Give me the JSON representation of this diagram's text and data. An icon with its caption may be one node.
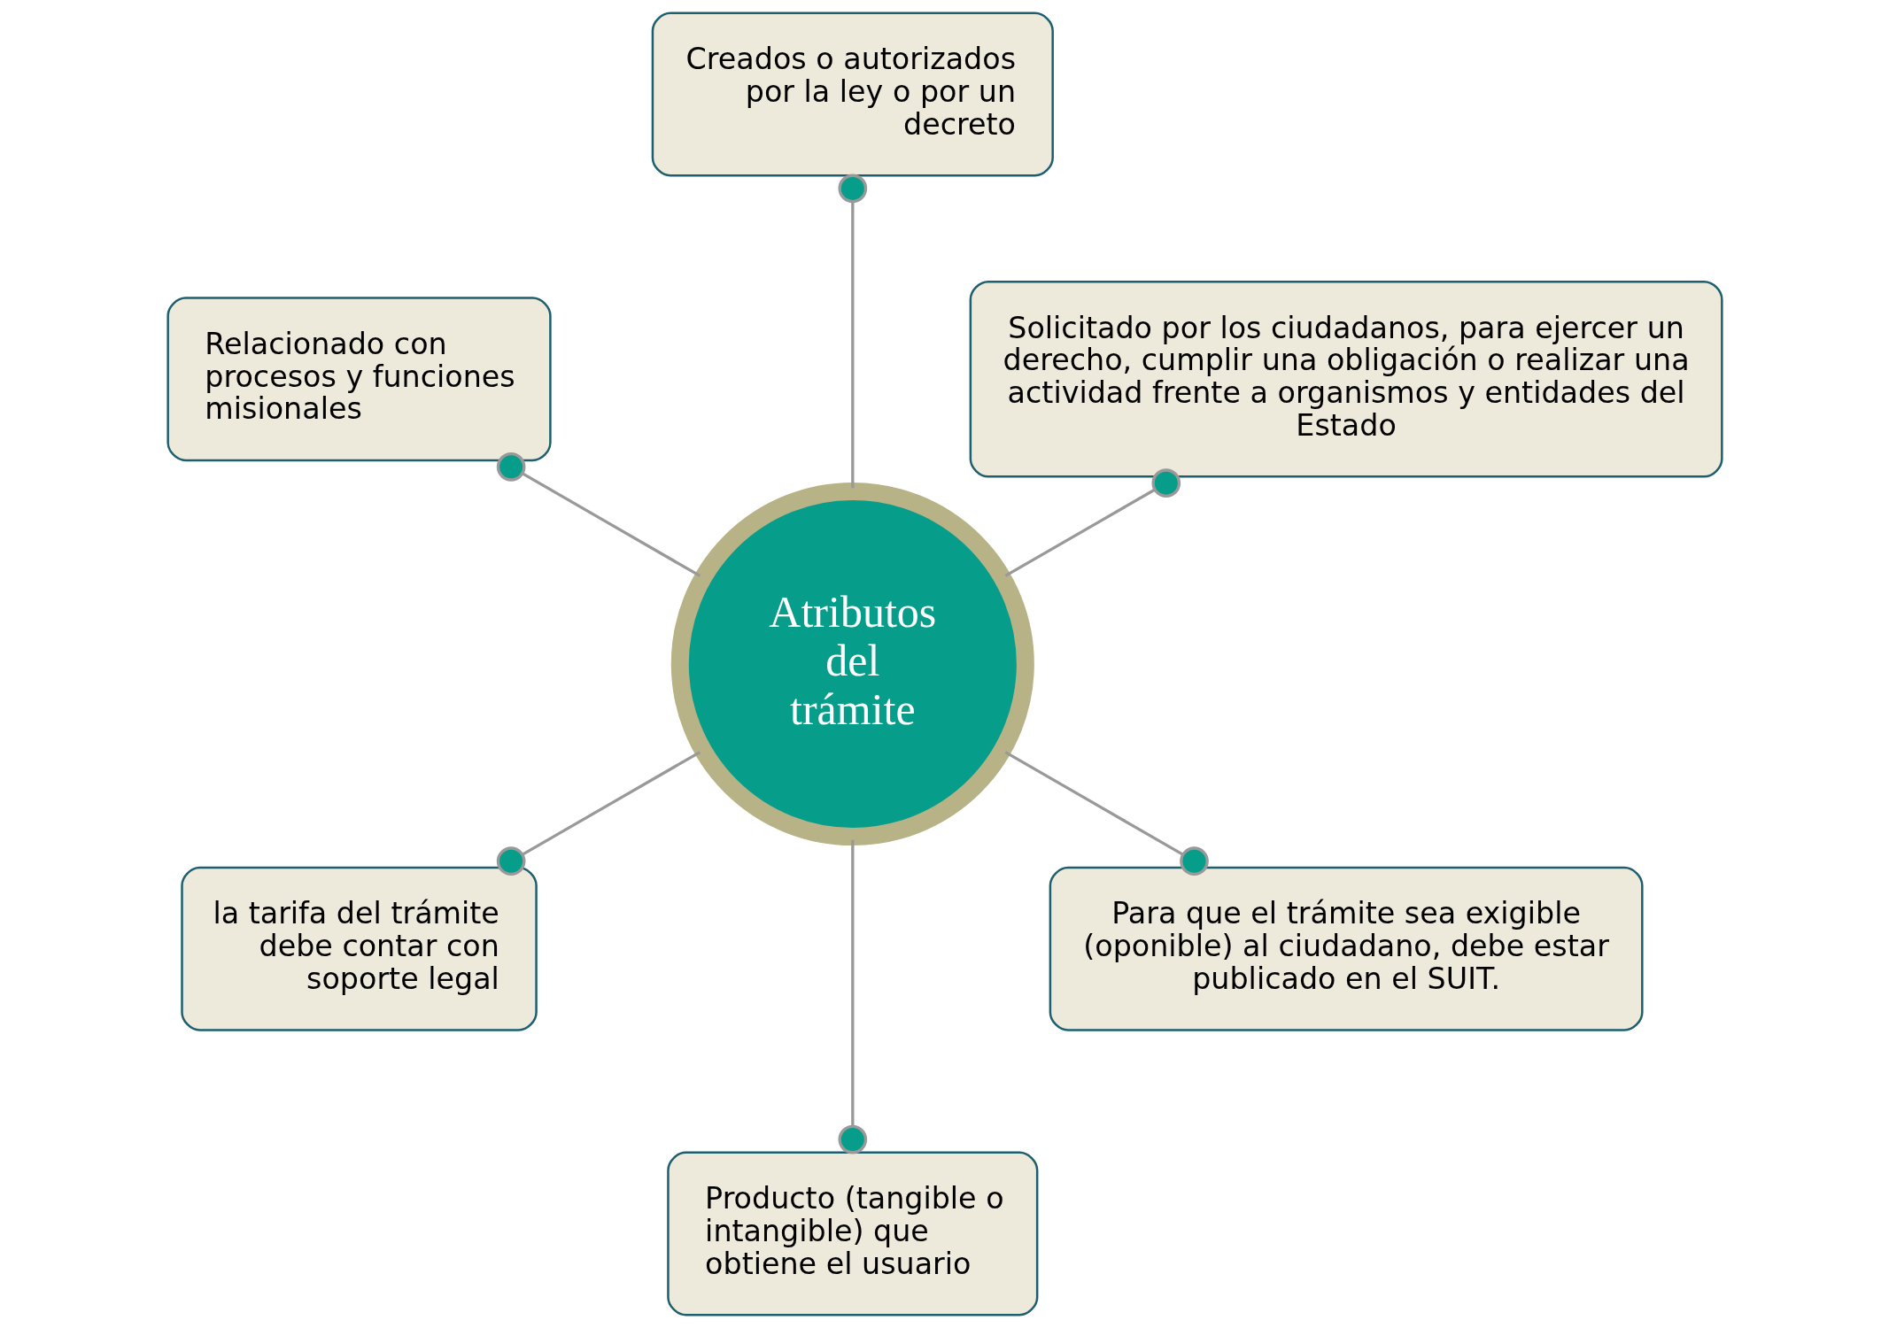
{
  "diagram": {
    "nodes": [
      {
        "text": [
          "Solicitado por los ciudadanos, para ejercer un derecho, cumplir una obligación o realizar una actividad frente a organismos y entidades del Estado"
        ]
      },
      {
        "text": [
          "Creados o autorizados por la ley o por un decreto"
        ]
      },
      {
        "text": [
          "Relacionado con procesos y funciones misionales"
        ]
      },
      {
        "text": [
          "Atributos del trámite"
        ]
      },
      {
        "text": [
          "la tarifa del trámite debe contar con soporte legal"
        ]
      },
      {
        "text": [
          "Producto (tangible o intangible) que obtiene el usuario"
        ]
      },
      {
        "text": [
          "Para que el trámite sea exigible (oponible) al ciudadano, debe estar publicado en el SUIT."
        ]
      }
    ],
    "edges": [
      {
        "from": 3,
        "to": 0,
        "arrow": "other"
      },
      {
        "from": 3,
        "to": 1,
        "arrow": "other"
      },
      {
        "from": 3,
        "to": 2,
        "arrow": "other"
      },
      {
        "from": 3,
        "to": 4,
        "arrow": "other"
      },
      {
        "from": 3,
        "to": 5,
        "arrow": "other"
      },
      {
        "from": 3,
        "to": 6,
        "arrow": "other"
      }
    ]
  }
}
